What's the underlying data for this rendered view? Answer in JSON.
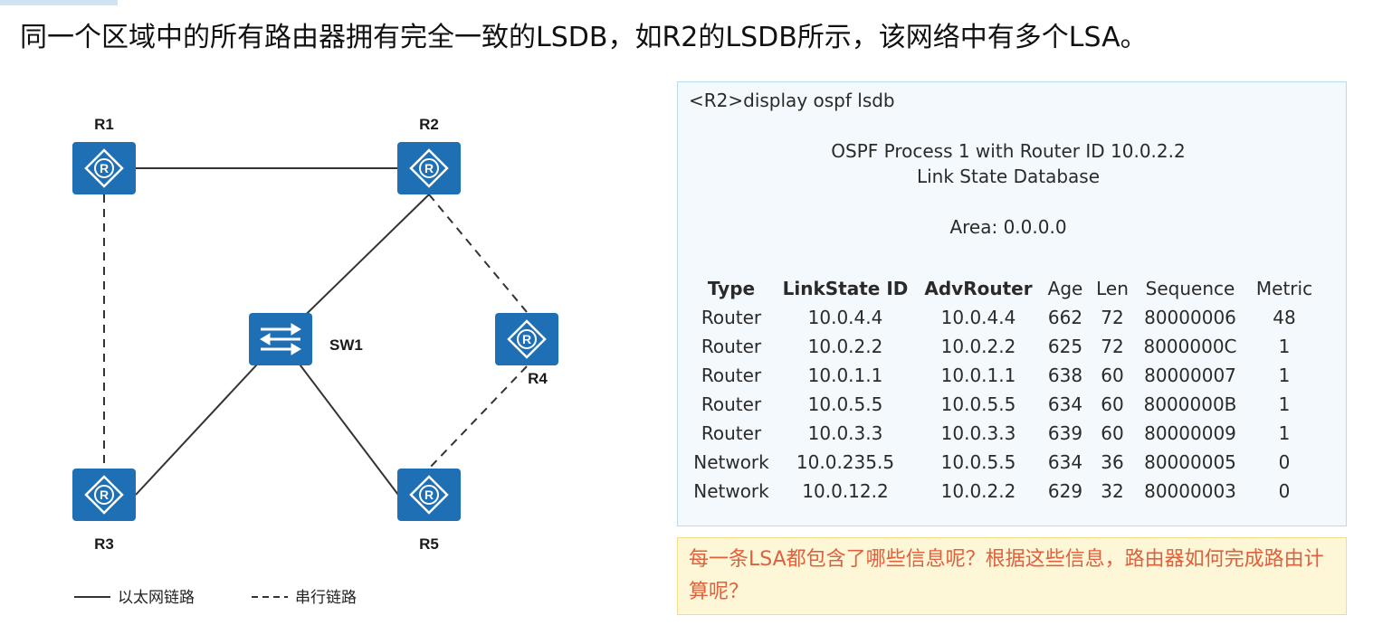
{
  "slide": {
    "title": "同一个区域中的所有路由器拥有完全一致的LSDB，如R2的LSDB所示，该网络中有多个LSA。"
  },
  "topology": {
    "nodes": [
      {
        "id": "R1",
        "label": "R1",
        "kind": "router"
      },
      {
        "id": "R2",
        "label": "R2",
        "kind": "router"
      },
      {
        "id": "R3",
        "label": "R3",
        "kind": "router"
      },
      {
        "id": "R4",
        "label": "R4",
        "kind": "router"
      },
      {
        "id": "R5",
        "label": "R5",
        "kind": "router"
      },
      {
        "id": "SW1",
        "label": "SW1",
        "kind": "switch"
      }
    ],
    "links": [
      {
        "from": "R1",
        "to": "R2",
        "type": "ethernet"
      },
      {
        "from": "R1",
        "to": "R3",
        "type": "serial"
      },
      {
        "from": "R2",
        "to": "SW1",
        "type": "ethernet"
      },
      {
        "from": "R3",
        "to": "SW1",
        "type": "ethernet"
      },
      {
        "from": "R5",
        "to": "SW1",
        "type": "ethernet"
      },
      {
        "from": "R2",
        "to": "R4",
        "type": "serial"
      },
      {
        "from": "R4",
        "to": "R5",
        "type": "serial"
      }
    ],
    "legend": {
      "ethernet_label": "以太网链路",
      "serial_label": "串行链路"
    },
    "colors": {
      "device_fill": "#1f6fb5",
      "line": "#333333"
    }
  },
  "console": {
    "command": "<R2>display ospf lsdb",
    "process_line": "OSPF Process 1 with Router ID 10.0.2.2",
    "db_line": "Link State Database",
    "area_line": "Area: 0.0.0.0",
    "headers": {
      "type": "Type",
      "linkstate_id": "LinkState ID",
      "adv_router": "AdvRouter",
      "age": "Age",
      "len": "Len",
      "sequence": "Sequence",
      "metric": "Metric"
    },
    "rows": [
      {
        "type": "Router",
        "linkstate_id": "10.0.4.4",
        "adv_router": "10.0.4.4",
        "age": "662",
        "len": "72",
        "sequence": "80000006",
        "metric": "48"
      },
      {
        "type": "Router",
        "linkstate_id": "10.0.2.2",
        "adv_router": "10.0.2.2",
        "age": "625",
        "len": "72",
        "sequence": "8000000C",
        "metric": "1"
      },
      {
        "type": "Router",
        "linkstate_id": "10.0.1.1",
        "adv_router": "10.0.1.1",
        "age": "638",
        "len": "60",
        "sequence": "80000007",
        "metric": "1"
      },
      {
        "type": "Router",
        "linkstate_id": "10.0.5.5",
        "adv_router": "10.0.5.5",
        "age": "634",
        "len": "60",
        "sequence": "8000000B",
        "metric": "1"
      },
      {
        "type": "Router",
        "linkstate_id": "10.0.3.3",
        "adv_router": "10.0.3.3",
        "age": "639",
        "len": "60",
        "sequence": "80000009",
        "metric": "1"
      },
      {
        "type": "Network",
        "linkstate_id": "10.0.235.5",
        "adv_router": "10.0.5.5",
        "age": "634",
        "len": "36",
        "sequence": "80000005",
        "metric": "0"
      },
      {
        "type": "Network",
        "linkstate_id": "10.0.12.2",
        "adv_router": "10.0.2.2",
        "age": "629",
        "len": "32",
        "sequence": "80000003",
        "metric": "0"
      }
    ],
    "colors": {
      "background": "#f3f9fc",
      "border": "#b9dced"
    }
  },
  "question": {
    "text": "每一条LSA都包含了哪些信息呢？根据这些信息，路由器如何完成路由计算呢？",
    "colors": {
      "text": "#e0603c",
      "background": "#fdf7d8"
    }
  }
}
